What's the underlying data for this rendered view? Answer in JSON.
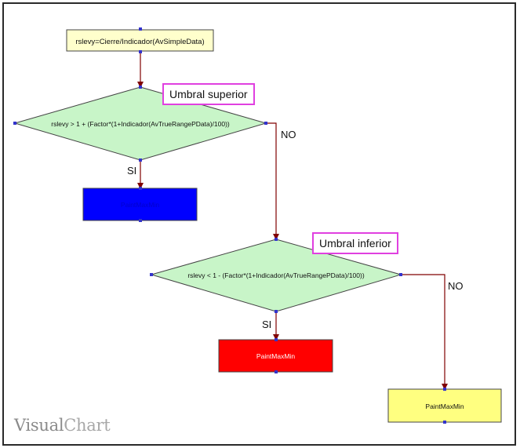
{
  "flowchart": {
    "start_box": "rslevy=Cierre/Indicador(AvSimpleData)",
    "condition1": "rslevy > 1 + (Factor*(1+Indicador(AvTrueRangePData)/100))",
    "condition2": "rslevy < 1 - (Factor*(1+Indicador(AvTrueRangePData)/100))",
    "action1": "PaintMaxMin",
    "action2": "PaintMaxMin",
    "action3": "PaintMaxMin",
    "yes_label_1": "SI",
    "no_label_1": "NO",
    "yes_label_2": "SI",
    "no_label_2": "NO",
    "callout_upper": "Umbral superior",
    "callout_lower": "Umbral inferior"
  },
  "colors": {
    "start_fill": "#ffffcc",
    "decision_fill": "#c8f5c8",
    "action1_fill": "#0000ff",
    "action2_fill": "#ff0000",
    "action3_fill": "#ffff80",
    "connector": "#800000",
    "handle": "#3333cc",
    "callout_border": "#e040e0"
  },
  "watermark": {
    "part1": "Visual",
    "part2": "Chart"
  }
}
